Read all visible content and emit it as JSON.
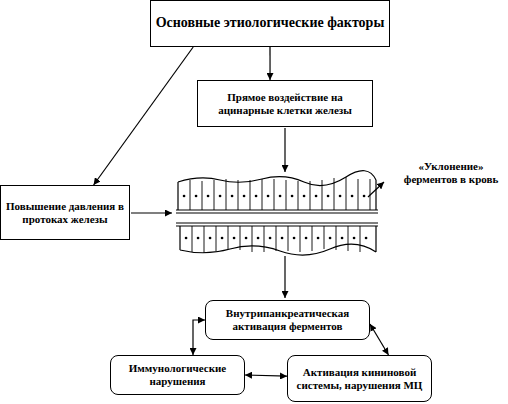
{
  "diagram": {
    "nodes": [
      {
        "text": [
          "Основные этиологические факторы"
        ]
      },
      {
        "text": [
          "Прямое воздействие на ацинарные клетки железы"
        ]
      },
      {
        "text": [
          "Повышение давления в протоках железы"
        ]
      },
      {
        "text": [
          "Внутрипанкреатическая активация ферментов"
        ]
      },
      {
        "text": [
          "Иммунологические нарушения"
        ]
      },
      {
        "text": [
          "Активация кининовой системы, нарушения МЦ"
        ]
      }
    ],
    "edges": [
      {
        "from": 0,
        "to": 1,
        "arrow": "to"
      },
      {
        "from": 0,
        "to": 2,
        "arrow": "to"
      },
      {
        "from": 3,
        "to": 4,
        "arrow": "both"
      },
      {
        "from": 4,
        "to": 5,
        "arrow": "both"
      },
      {
        "from": 3,
        "to": 5,
        "arrow": "both"
      }
    ],
    "labels": [
      "«Уклонение» ферментов в кровь"
    ]
  }
}
